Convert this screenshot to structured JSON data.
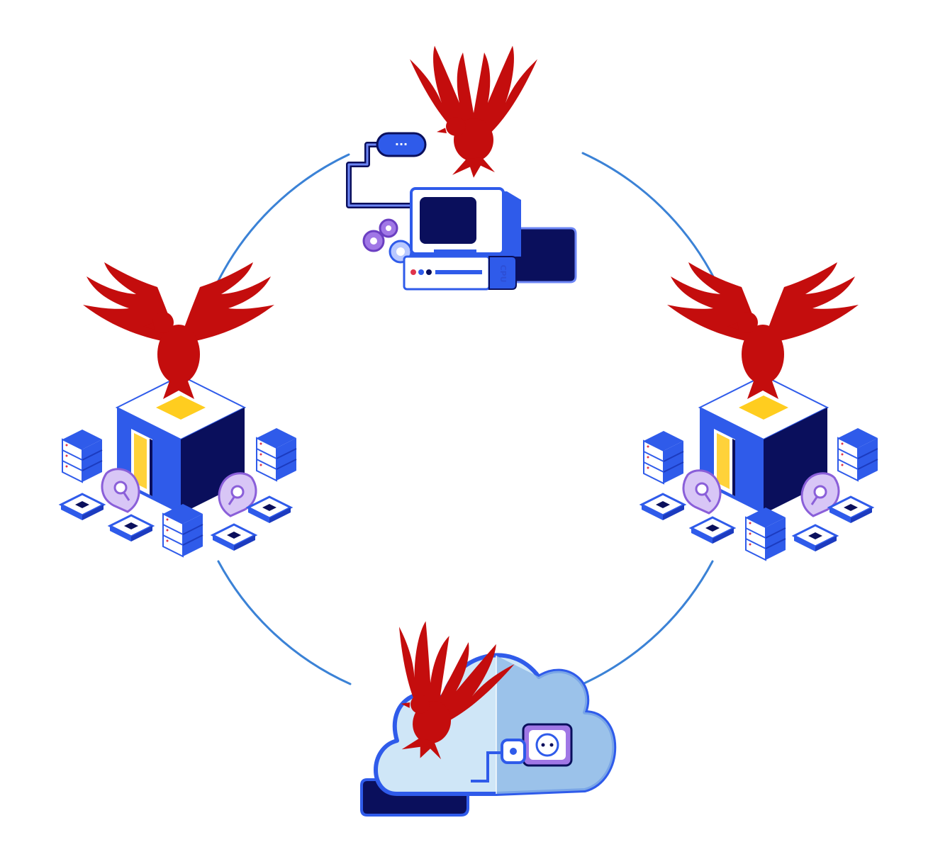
{
  "diagram": {
    "center_bubble_text": "···",
    "tower_label": "CPU",
    "colors": {
      "ring": "#3b82d6",
      "bird": "#c40d0d",
      "primary_blue": "#2f5bea",
      "dark_navy": "#0a0f5c",
      "yellow_light": "#ffd23a",
      "purple": "#a077e6",
      "cloud": "#cfe6f7"
    },
    "nodes": [
      {
        "id": "top",
        "kind": "desktop-computer",
        "icon": "eagle-icon"
      },
      {
        "id": "left",
        "kind": "data-center-hub",
        "icon": "eagle-icon"
      },
      {
        "id": "right",
        "kind": "data-center-hub",
        "icon": "eagle-icon"
      },
      {
        "id": "bottom",
        "kind": "cloud-with-socket",
        "icon": "eagle-icon"
      }
    ]
  }
}
